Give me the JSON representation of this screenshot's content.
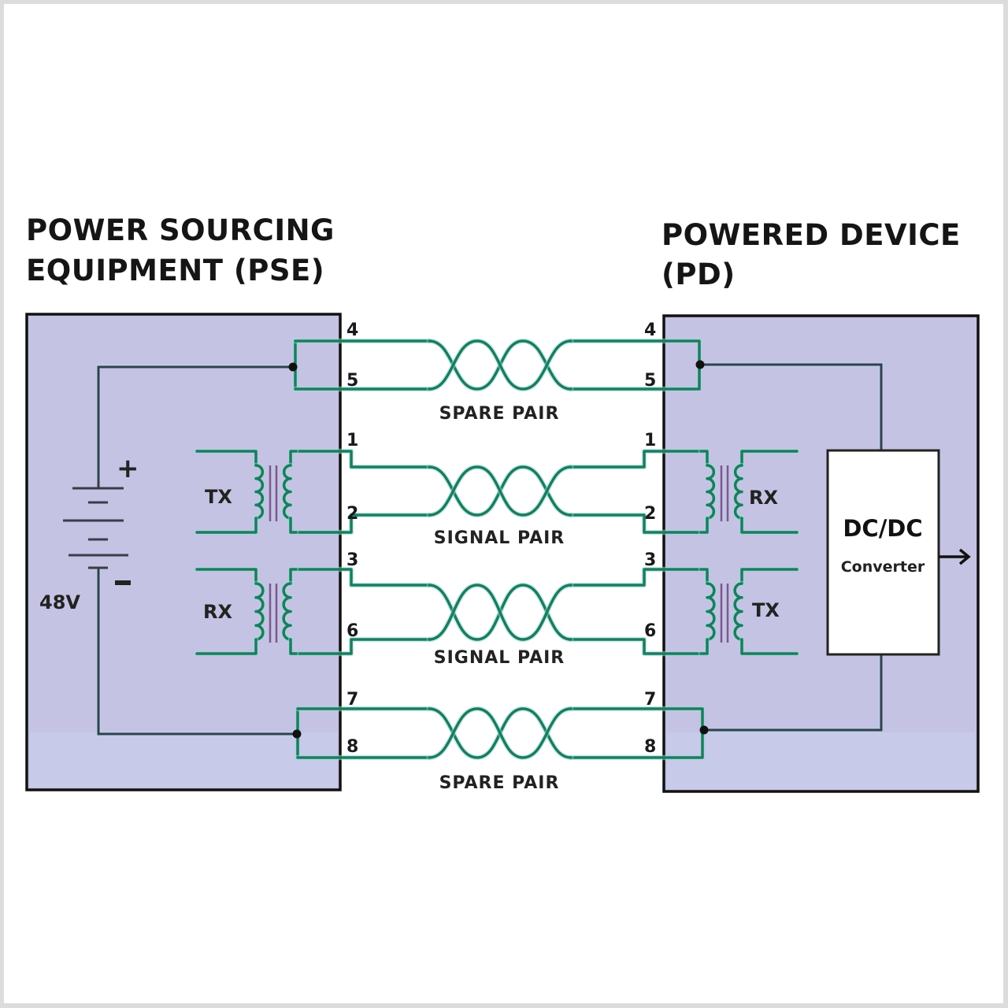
{
  "pse": {
    "title_line1": "POWER SOURCING",
    "title_line2": "EQUIPMENT (PSE)",
    "battery_voltage": "48V",
    "battery_plus": "+",
    "battery_minus": "–",
    "transformer_top_label": "TX",
    "transformer_bottom_label": "RX"
  },
  "pd": {
    "title_line1": "POWERED DEVICE",
    "title_line2": "(PD)",
    "transformer_top_label": "RX",
    "transformer_bottom_label": "TX",
    "converter_title": "DC/DC",
    "converter_subtitle": "Converter",
    "output_arrow": "output-arrow"
  },
  "pairs": [
    {
      "type": "spare",
      "label": "SPARE PAIR",
      "pins": [
        "4",
        "5"
      ]
    },
    {
      "type": "signal",
      "label": "SIGNAL PAIR",
      "pins": [
        "1",
        "2"
      ]
    },
    {
      "type": "signal",
      "label": "SIGNAL PAIR",
      "pins": [
        "3",
        "6"
      ]
    },
    {
      "type": "spare",
      "label": "SPARE PAIR",
      "pins": [
        "7",
        "8"
      ]
    }
  ],
  "colors": {
    "box_fill": "#c5c3e3",
    "wire": "#1f7a5e",
    "power_line": "#3b3b4a",
    "frame": "#dcdcdc"
  }
}
